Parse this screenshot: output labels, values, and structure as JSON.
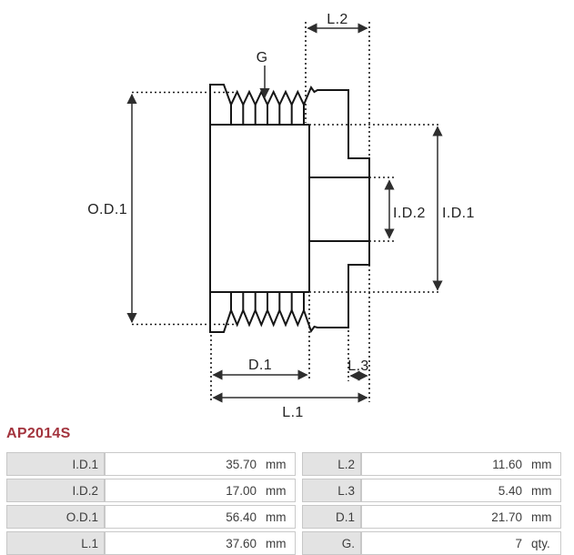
{
  "part_number": "AP2014S",
  "accent_color": "#A3343E",
  "line_color": "#161616",
  "drawing": {
    "type": "alternator-pulley-cross-section",
    "groove_count": 7,
    "labels": {
      "od1": "O.D.1",
      "g": "G",
      "l2": "L.2",
      "id2": "I.D.2",
      "id1": "I.D.1",
      "d1": "D.1",
      "l3": "L.3",
      "l1": "L.1"
    }
  },
  "table": {
    "rows": [
      {
        "label1": "I.D.1",
        "value1": "35.70",
        "unit1": "mm",
        "label2": "L.2",
        "value2": "11.60",
        "unit2": "mm"
      },
      {
        "label1": "I.D.2",
        "value1": "17.00",
        "unit1": "mm",
        "label2": "L.3",
        "value2": "5.40",
        "unit2": "mm"
      },
      {
        "label1": "O.D.1",
        "value1": "56.40",
        "unit1": "mm",
        "label2": "D.1",
        "value2": "21.70",
        "unit2": "mm"
      },
      {
        "label1": "L.1",
        "value1": "37.60",
        "unit1": "mm",
        "label2": "G.",
        "value2": "7",
        "unit2": "qty."
      }
    ]
  }
}
